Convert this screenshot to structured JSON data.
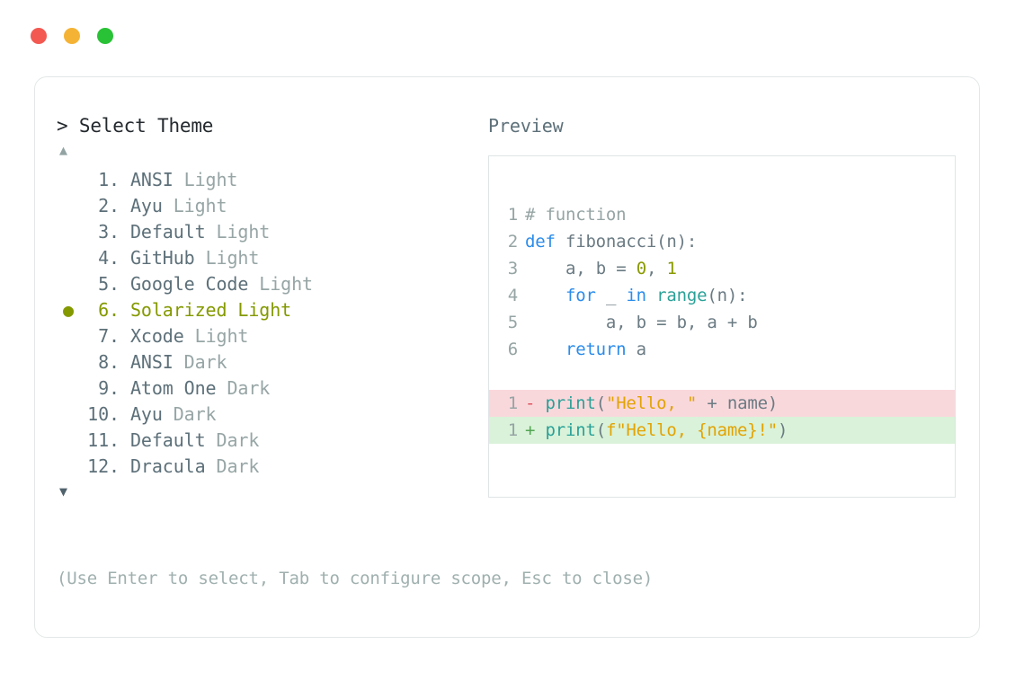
{
  "window": {
    "dots": [
      {
        "name": "close-dot",
        "color": "#f35951"
      },
      {
        "name": "minimize-dot",
        "color": "#f5b335"
      },
      {
        "name": "maximize-dot",
        "color": "#29c236"
      }
    ]
  },
  "selector": {
    "caret": ">",
    "title": "Select Theme",
    "scroll_up_icon": "▲",
    "scroll_down_icon": "▼",
    "selected_bullet": "●",
    "selected_index": 6,
    "items": [
      {
        "index": "1.",
        "name": "ANSI",
        "variant": "Light",
        "selected": false
      },
      {
        "index": "2.",
        "name": "Ayu",
        "variant": "Light",
        "selected": false
      },
      {
        "index": "3.",
        "name": "Default",
        "variant": "Light",
        "selected": false
      },
      {
        "index": "4.",
        "name": "GitHub",
        "variant": "Light",
        "selected": false
      },
      {
        "index": "5.",
        "name": "Google Code",
        "variant": "Light",
        "selected": false
      },
      {
        "index": "6.",
        "name": "Solarized",
        "variant": "Light",
        "selected": true
      },
      {
        "index": "7.",
        "name": "Xcode",
        "variant": "Light",
        "selected": false
      },
      {
        "index": "8.",
        "name": "ANSI",
        "variant": "Dark",
        "selected": false
      },
      {
        "index": "9.",
        "name": "Atom One",
        "variant": "Dark",
        "selected": false
      },
      {
        "index": "10.",
        "name": "Ayu",
        "variant": "Dark",
        "selected": false
      },
      {
        "index": "11.",
        "name": "Default",
        "variant": "Dark",
        "selected": false
      },
      {
        "index": "12.",
        "name": "Dracula",
        "variant": "Dark",
        "selected": false
      }
    ]
  },
  "preview": {
    "label": "Preview",
    "code_lines": [
      {
        "num": "1",
        "text": "# function"
      },
      {
        "num": "2",
        "text": "def fibonacci(n):"
      },
      {
        "num": "3",
        "text": "    a, b = 0, 1"
      },
      {
        "num": "4",
        "text": "    for _ in range(n):"
      },
      {
        "num": "5",
        "text": "        a, b = b, a + b"
      },
      {
        "num": "6",
        "text": "    return a"
      }
    ],
    "diff_lines": [
      {
        "num": "1",
        "sign": "-",
        "text": "print(\"Hello, \" + name)",
        "kind": "removed"
      },
      {
        "num": "1",
        "sign": "+",
        "text": "print(f\"Hello, {name}!\")",
        "kind": "added"
      }
    ]
  },
  "footer": {
    "hint": "(Use Enter to select, Tab to configure scope, Esc to close)"
  },
  "colors": {
    "accent_selected": "#849900",
    "keyword": "#2b8ceb",
    "function": "#2aa198",
    "string": "#e2a303",
    "number": "#8a9a00",
    "comment": "#96a4a4",
    "diff_removed_bg": "#f9d8dc",
    "diff_added_bg": "#d9f2d9",
    "card_border": "#e3e7e8"
  }
}
